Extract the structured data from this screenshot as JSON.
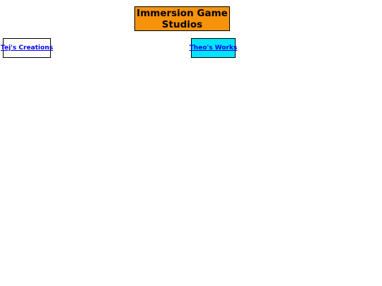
{
  "header": {
    "title": "Immersion Game Studios"
  },
  "links": {
    "tej": "Tej's Creations",
    "theo": "Theo's Works"
  },
  "colors": {
    "title_background": "#f7920c",
    "theo_background": "#00e5ff",
    "link_text": "#0000ee"
  }
}
